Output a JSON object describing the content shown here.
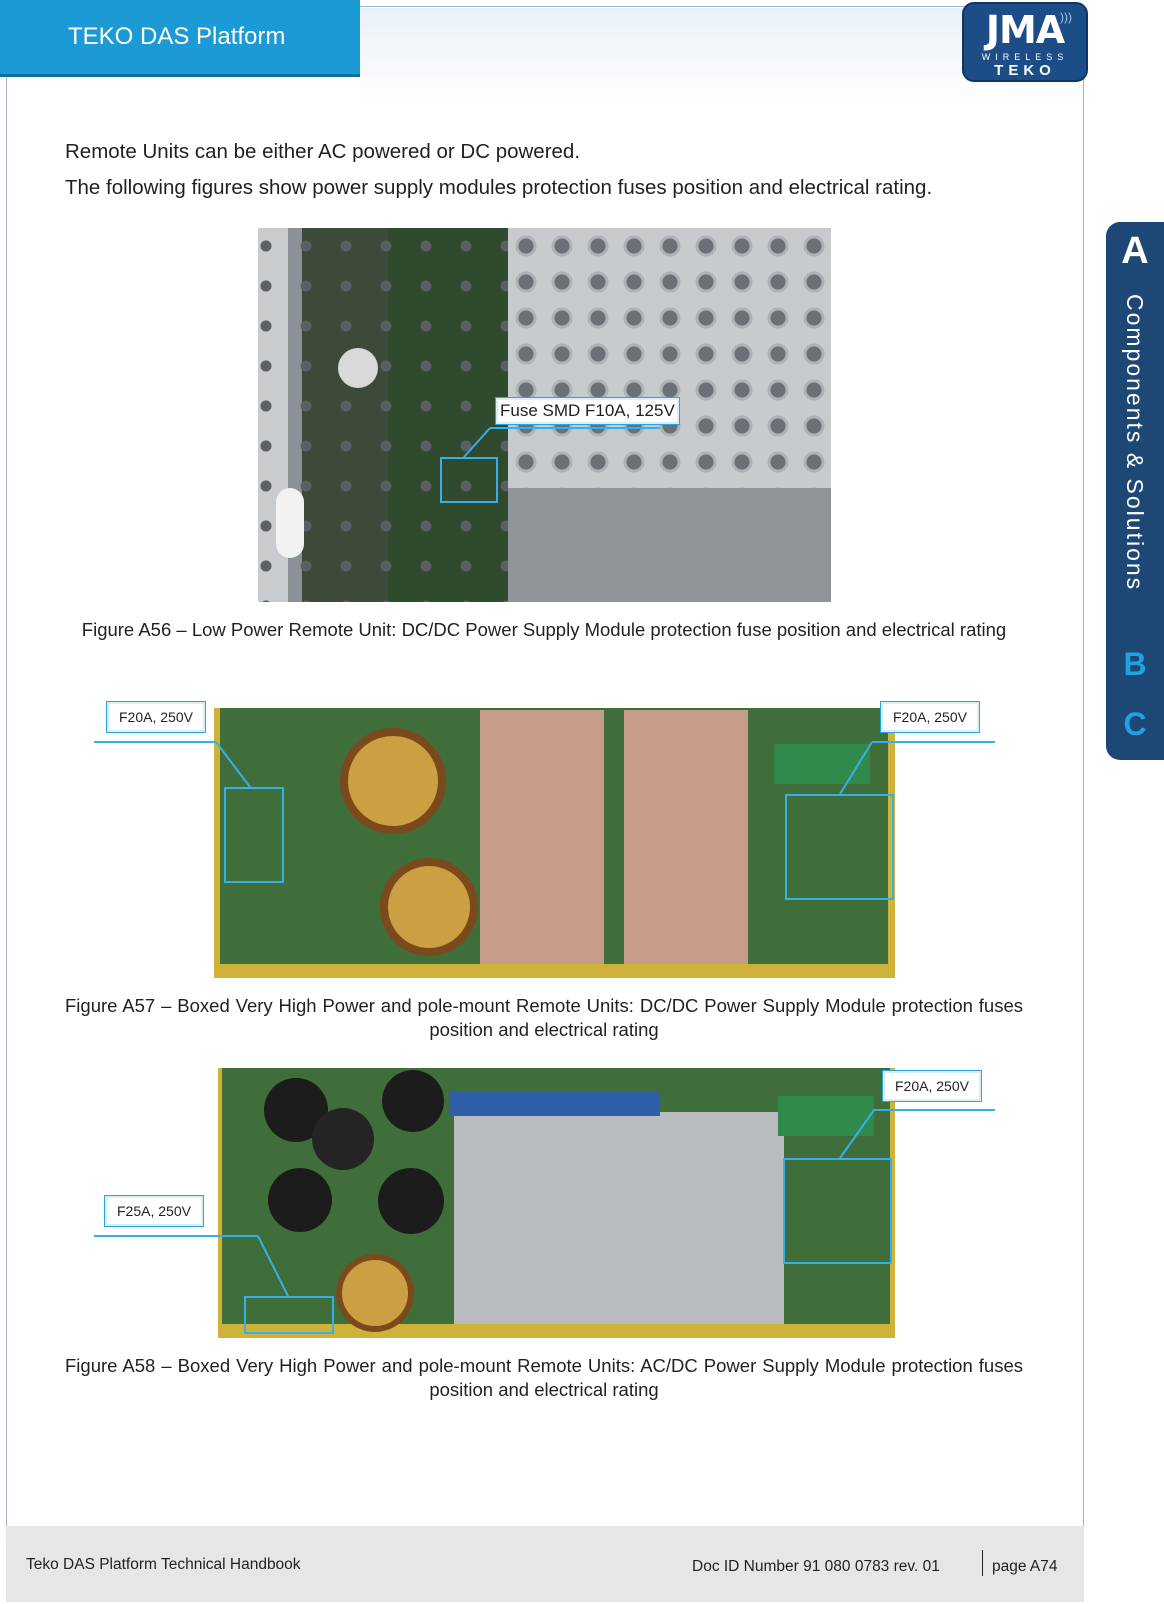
{
  "header": {
    "title": "TEKO DAS Platform"
  },
  "logo": {
    "main": "JMA",
    "sub1": "WIRELESS",
    "sub2": "TEKO"
  },
  "side_tab": {
    "active_letter": "A",
    "label": "Components & Solutions",
    "letters": [
      "B",
      "C"
    ]
  },
  "intro": [
    "Remote Units can be either AC powered or DC powered.",
    "The following figures show power supply modules protection fuses position and electrical rating."
  ],
  "figures": [
    {
      "callouts": [
        "Fuse SMD F10A, 125V"
      ],
      "caption": "Figure A56 – Low Power Remote Unit: DC/DC Power Supply Module protection fuse position and electrical rating"
    },
    {
      "callouts": [
        "F20A, 250V",
        "F20A, 250V"
      ],
      "caption": "Figure A57 – Boxed Very High Power and pole-mount Remote Units: DC/DC Power Supply Module protection fuses position and electrical rating"
    },
    {
      "callouts": [
        "F20A, 250V",
        "F25A, 250V"
      ],
      "caption": "Figure A58 – Boxed Very High Power and pole-mount Remote Units: AC/DC Power Supply Module protection fuses position and electrical rating"
    }
  ],
  "footer": {
    "left": "Teko DAS Platform Technical Handbook",
    "doc_id": "Doc ID Number 91 080 0783 rev. 01",
    "page": "page A74"
  }
}
